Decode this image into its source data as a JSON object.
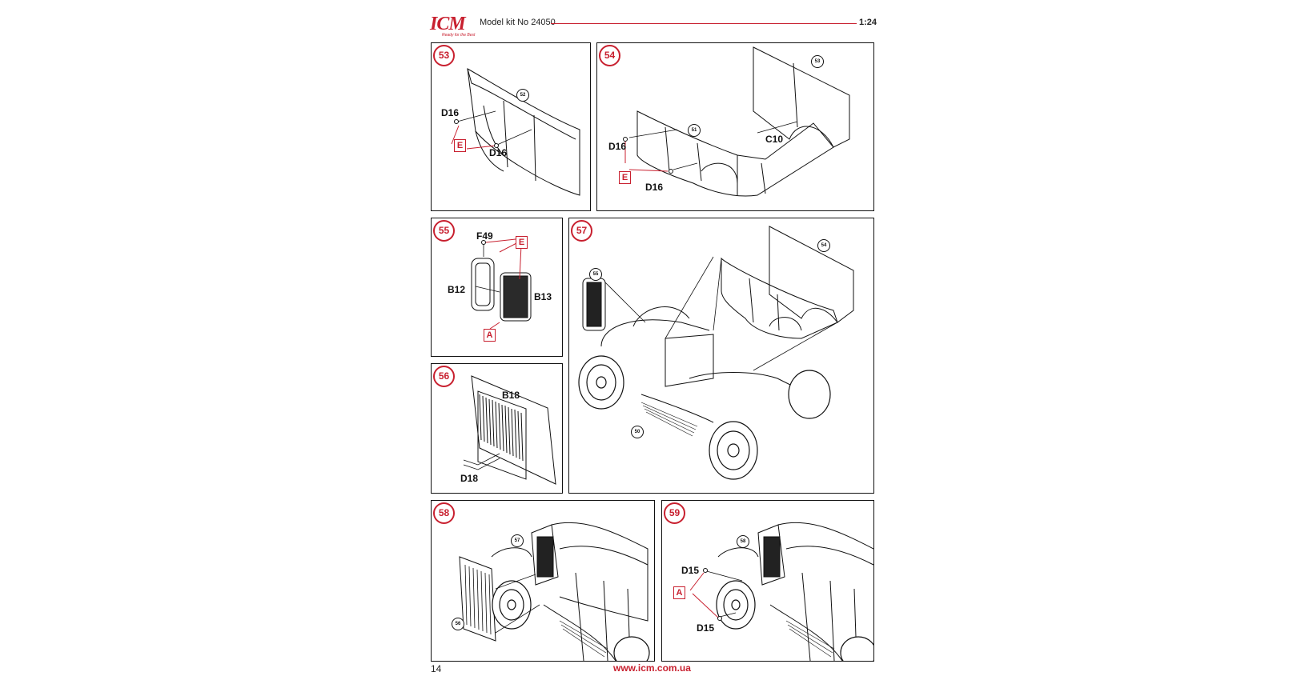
{
  "header": {
    "logo": "ICM",
    "logo_tagline": "Ready for the Best",
    "title": "Model kit No 24050",
    "scale": "1:24"
  },
  "footer": {
    "page_number": "14",
    "url": "www.icm.com.ua"
  },
  "colors": {
    "accent": "#c8202f",
    "line": "#111111"
  },
  "steps": [
    {
      "number": "53",
      "parts": [
        "D16",
        "D16"
      ],
      "refs": [
        "52"
      ],
      "paint": [
        "E"
      ]
    },
    {
      "number": "54",
      "parts": [
        "D16",
        "D16",
        "C10"
      ],
      "refs": [
        "51",
        "53"
      ],
      "paint": [
        "E"
      ]
    },
    {
      "number": "55",
      "parts": [
        "F49",
        "B12",
        "B13"
      ],
      "refs": [],
      "paint": [
        "E",
        "A"
      ]
    },
    {
      "number": "56",
      "parts": [
        "B18",
        "D18"
      ],
      "refs": [],
      "paint": []
    },
    {
      "number": "57",
      "parts": [],
      "refs": [
        "55",
        "54",
        "50"
      ],
      "paint": []
    },
    {
      "number": "58",
      "parts": [],
      "refs": [
        "57",
        "56"
      ],
      "paint": []
    },
    {
      "number": "59",
      "parts": [
        "D15",
        "D15"
      ],
      "refs": [
        "58"
      ],
      "paint": [
        "A"
      ]
    }
  ]
}
